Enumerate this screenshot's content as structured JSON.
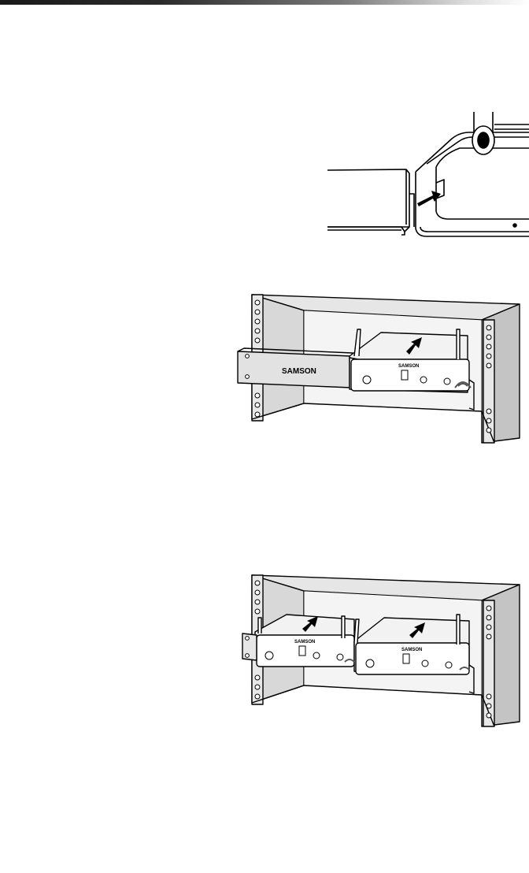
{
  "header": {
    "bar_colors": [
      "#1a1a1a",
      "#7a7a7a",
      "#ffffff"
    ]
  },
  "figures": {
    "rack_single": {
      "brand_label": "SAMSON",
      "receiver_brand": "SAMSON"
    },
    "rack_dual": {
      "receiver_brand_left": "SAMSON",
      "receiver_brand_right": "SAMSON"
    }
  },
  "icons": [
    "arrow-right-icon",
    "arrow-up-icon",
    "antenna-icon",
    "rf-signal-icon"
  ]
}
